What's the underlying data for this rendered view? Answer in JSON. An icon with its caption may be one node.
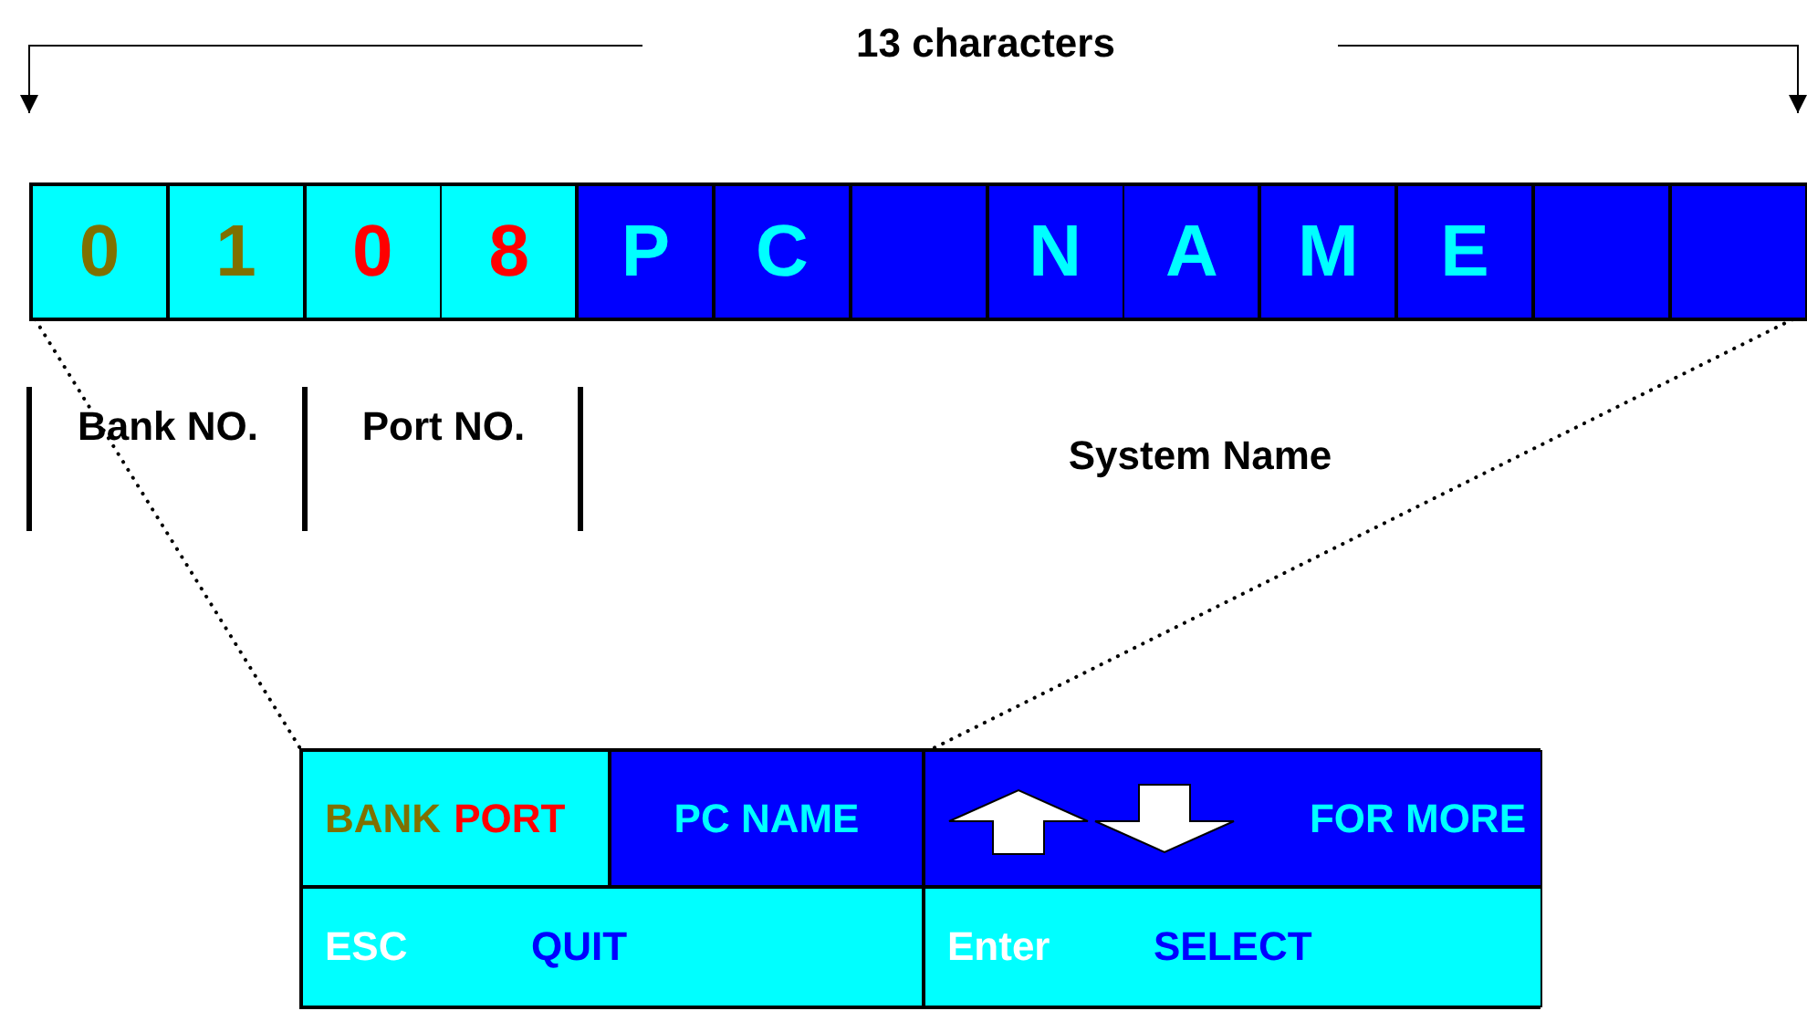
{
  "diagram": {
    "nodes": [
      {
        "text": [],
        "shape": "box"
      },
      {
        "text": [
          "0"
        ],
        "in": 0
      },
      {
        "text": [
          "1"
        ],
        "in": 0
      },
      {
        "text": [
          "0"
        ],
        "in": 0
      },
      {
        "text": [
          "8"
        ],
        "in": 0
      },
      {
        "text": [
          "P"
        ],
        "in": 0
      },
      {
        "text": [
          "C"
        ],
        "in": 0
      },
      {
        "text": [],
        "shape": "box",
        "in": 0
      },
      {
        "text": [
          "N"
        ],
        "in": 0
      },
      {
        "text": [
          "A"
        ],
        "in": 0
      },
      {
        "text": [
          "M"
        ],
        "in": 0
      },
      {
        "text": [
          "E"
        ],
        "in": 0
      },
      {
        "text": [],
        "shape": "box",
        "in": 0
      },
      {
        "text": [],
        "shape": "box",
        "in": 0
      },
      {
        "text": [],
        "shape": "box"
      },
      {
        "text": [
          "BANK",
          "PORT"
        ],
        "in": 14
      },
      {
        "text": [
          "PC NAME"
        ],
        "in": 14
      },
      {
        "text": [
          "FOR MORE"
        ],
        "in": 14
      },
      {
        "text": [
          "ESC",
          "QUIT"
        ],
        "in": 14
      },
      {
        "text": [
          "Enter",
          "SELECT"
        ],
        "in": 14
      }
    ],
    "edges": [
      {
        "from": 1,
        "to": 15,
        "arrow": "none",
        "style": "dashed"
      },
      {
        "from": 13,
        "to": 17,
        "arrow": "none",
        "style": "dashed"
      }
    ],
    "labels": [
      "13 characters",
      "Bank NO.",
      "Port NO.",
      "System Name"
    ]
  }
}
